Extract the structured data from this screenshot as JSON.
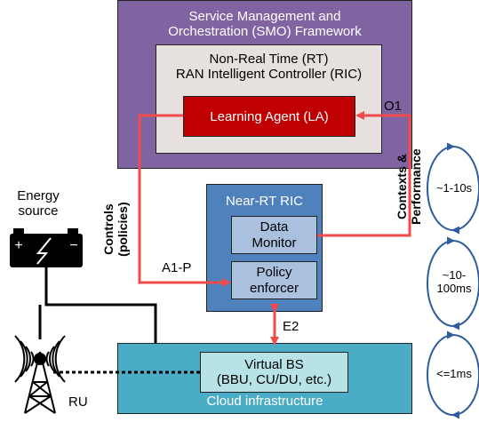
{
  "smo": {
    "line1": "Service Management and",
    "line2": "Orchestration (SMO) Framework"
  },
  "non_rt_ric": {
    "line1": "Non-Real Time (RT)",
    "line2": "RAN Intelligent Controller (RIC)"
  },
  "learning_agent": "Learning Agent (LA)",
  "near_rt_ric": "Near-RT RIC",
  "data_monitor": {
    "line1": "Data",
    "line2": "Monitor"
  },
  "policy_enforcer": {
    "line1": "Policy",
    "line2": "enforcer"
  },
  "virtual_bs": {
    "line1": "Virtual BS",
    "line2": "(BBU, CU/DU, etc.)"
  },
  "cloud": "Cloud infrastructure",
  "energy": {
    "line1": "Energy",
    "line2": "source"
  },
  "ru_label": "RU",
  "interfaces": {
    "o1": "O1",
    "a1p": "A1-P",
    "e2": "E2"
  },
  "controls": {
    "line1": "Controls",
    "line2": "(policies)"
  },
  "contexts": {
    "line1": "Contexts &",
    "line2": "Performance"
  },
  "timescales": {
    "slow": "~1-10s",
    "mid_line1": "~10-",
    "mid_line2": "100ms",
    "fast": "<=1ms"
  },
  "battery_signs": {
    "plus": "+",
    "minus": "−"
  },
  "colors": {
    "smo": "#8064a2",
    "non_rt": "#e6e0de",
    "la": "#c00000",
    "near_rt": "#4f81bd",
    "inner_blue": "#a9c0de",
    "cloud": "#4bacc6",
    "vbs": "#b8e3e6",
    "red_link": "#f04a4a",
    "cycle": "#2e5c9c"
  }
}
